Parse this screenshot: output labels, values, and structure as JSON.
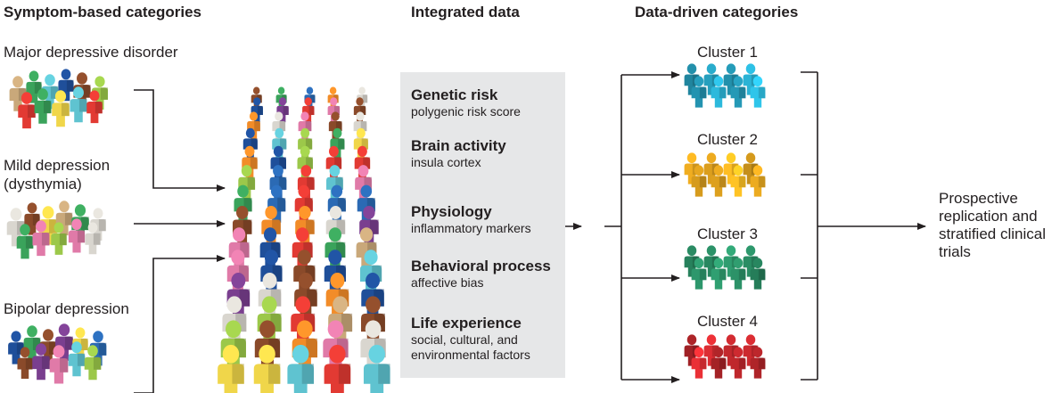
{
  "headings": {
    "symptom": "Symptom-based categories",
    "integrated": "Integrated data",
    "data_driven": "Data-driven categories"
  },
  "symptom_groups": [
    {
      "label": "Major depressive disorder"
    },
    {
      "label": "Mild depression (dysthymia)"
    },
    {
      "label": "Bipolar depression"
    }
  ],
  "integrated_items": [
    {
      "title": "Genetic risk",
      "subtitle": "polygenic risk score"
    },
    {
      "title": "Brain activity",
      "subtitle": "insula cortex"
    },
    {
      "title": "Physiology",
      "subtitle": "inflammatory markers"
    },
    {
      "title": "Behavioral process",
      "subtitle": "affective bias"
    },
    {
      "title": "Life experience",
      "subtitle": "social, cultural, and environmental factors"
    }
  ],
  "clusters": [
    {
      "label": "Cluster 1",
      "color": "#27a3c2"
    },
    {
      "label": "Cluster 2",
      "color": "#e0a21e"
    },
    {
      "label": "Cluster 3",
      "color": "#2e9a6e"
    },
    {
      "label": "Cluster 4",
      "color": "#c2282d"
    }
  ],
  "outcome": "Prospective replication and stratified clinical trials",
  "colors": {
    "arrow": "#231f20",
    "panel": "#e6e7e8",
    "mixed_palette": [
      "#e23a33",
      "#2b6ab4",
      "#f0d64a",
      "#3aa35b",
      "#e07aa8",
      "#8a4a2a",
      "#5fc3d0",
      "#c9a87a",
      "#7a3f8f",
      "#f28c28",
      "#9cc84a",
      "#1f4f9a",
      "#d9d6cf"
    ]
  }
}
